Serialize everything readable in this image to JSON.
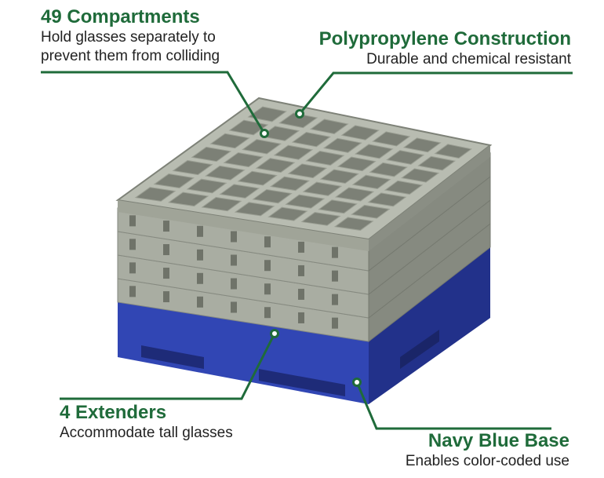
{
  "colors": {
    "accent_green": "#1f6b3a",
    "rack_gray": "#a9ada2",
    "rack_gray_dark": "#868a80",
    "base_blue": "#3146b4",
    "base_blue_dark": "#22318a"
  },
  "callouts": {
    "compartments": {
      "title": "49 Compartments",
      "desc_line1": "Hold glasses separately to",
      "desc_line2": "prevent them from colliding"
    },
    "construction": {
      "title": "Polypropylene Construction",
      "desc_line1": "Durable and chemical resistant"
    },
    "extenders": {
      "title": "4 Extenders",
      "desc_line1": "Accommodate tall glasses"
    },
    "base": {
      "title": "Navy Blue Base",
      "desc_line1": "Enables color-coded use"
    }
  },
  "illustration": {
    "subject": "glass-rack-icon",
    "grid_rows": 7,
    "grid_cols": 7,
    "extender_count": 4
  }
}
